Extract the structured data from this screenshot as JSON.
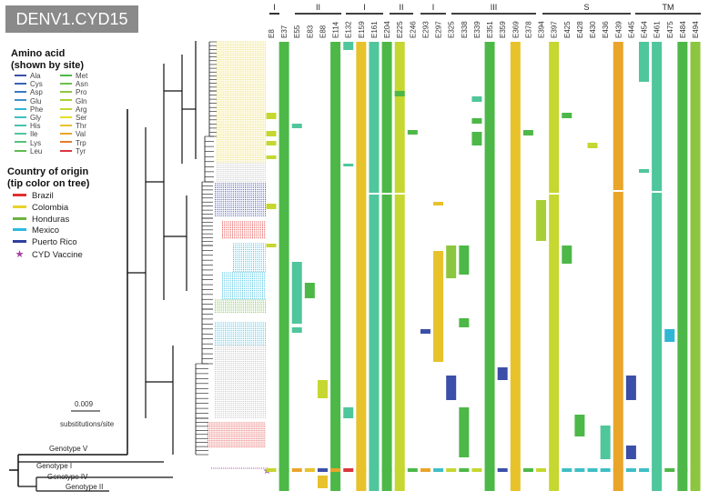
{
  "title": "DENV1.CYD15",
  "legend_amino": {
    "heading": "Amino acid\n(shown by site)",
    "heading_line1": "Amino acid",
    "heading_line2": "(shown by site)",
    "items": [
      {
        "label": "Ala",
        "color": "#3b4fa8"
      },
      {
        "label": "Cys",
        "color": "#3a62b5"
      },
      {
        "label": "Asp",
        "color": "#3878c0"
      },
      {
        "label": "Glu",
        "color": "#3f8fc8"
      },
      {
        "label": "Phe",
        "color": "#2fb6d5"
      },
      {
        "label": "Gly",
        "color": "#3fbfc6"
      },
      {
        "label": "His",
        "color": "#45c2b0"
      },
      {
        "label": "Ile",
        "color": "#4fc69b"
      },
      {
        "label": "Lys",
        "color": "#56c17a"
      },
      {
        "label": "Leu",
        "color": "#5dbb4e"
      },
      {
        "label": "Met",
        "color": "#4db848"
      },
      {
        "label": "Asn",
        "color": "#6cc04a"
      },
      {
        "label": "Pro",
        "color": "#8cc63f"
      },
      {
        "label": "Gln",
        "color": "#a9cf38"
      },
      {
        "label": "Arg",
        "color": "#c5d730"
      },
      {
        "label": "Ser",
        "color": "#e2df2a"
      },
      {
        "label": "Thr",
        "color": "#e8c22a"
      },
      {
        "label": "Val",
        "color": "#e9a52a"
      },
      {
        "label": "Trp",
        "color": "#e57b2e"
      },
      {
        "label": "Tyr",
        "color": "#d9363e"
      }
    ]
  },
  "legend_country": {
    "heading_line1": "Country of origin",
    "heading_line2": "(tip color on tree)",
    "items": [
      {
        "label": "Brazil",
        "color": "#e0302f"
      },
      {
        "label": "Colombia",
        "color": "#e8d22a"
      },
      {
        "label": "Honduras",
        "color": "#6cb33f"
      },
      {
        "label": "Mexico",
        "color": "#2fb9e0"
      },
      {
        "label": "Puerto Rico",
        "color": "#2f3f9e"
      },
      {
        "label": "CYD Vaccine",
        "color": "#a23fa0",
        "icon": "star-icon"
      }
    ]
  },
  "scale_bar": {
    "value": "0.009",
    "unit": "substitutions/site"
  },
  "genotypes": [
    "Genotype V",
    "Genotype I",
    "Genotype IV",
    "Genotype II"
  ],
  "domains": [
    {
      "label": "I"
    },
    {
      "label": "II"
    },
    {
      "label": "I"
    },
    {
      "label": "II"
    },
    {
      "label": "I"
    },
    {
      "label": "III"
    },
    {
      "label": "S"
    },
    {
      "label": "TM"
    }
  ],
  "sites": [
    "E8",
    "E37",
    "E55",
    "E83",
    "E88",
    "E114",
    "E132",
    "E159",
    "E161",
    "E204",
    "E225",
    "E246",
    "E293",
    "E297",
    "E325",
    "E338",
    "E339",
    "E351",
    "E359",
    "E369",
    "E378",
    "E394",
    "E397",
    "E425",
    "E428",
    "E430",
    "E436",
    "E439",
    "E445",
    "E454",
    "E461",
    "E475",
    "E484",
    "E494"
  ]
}
